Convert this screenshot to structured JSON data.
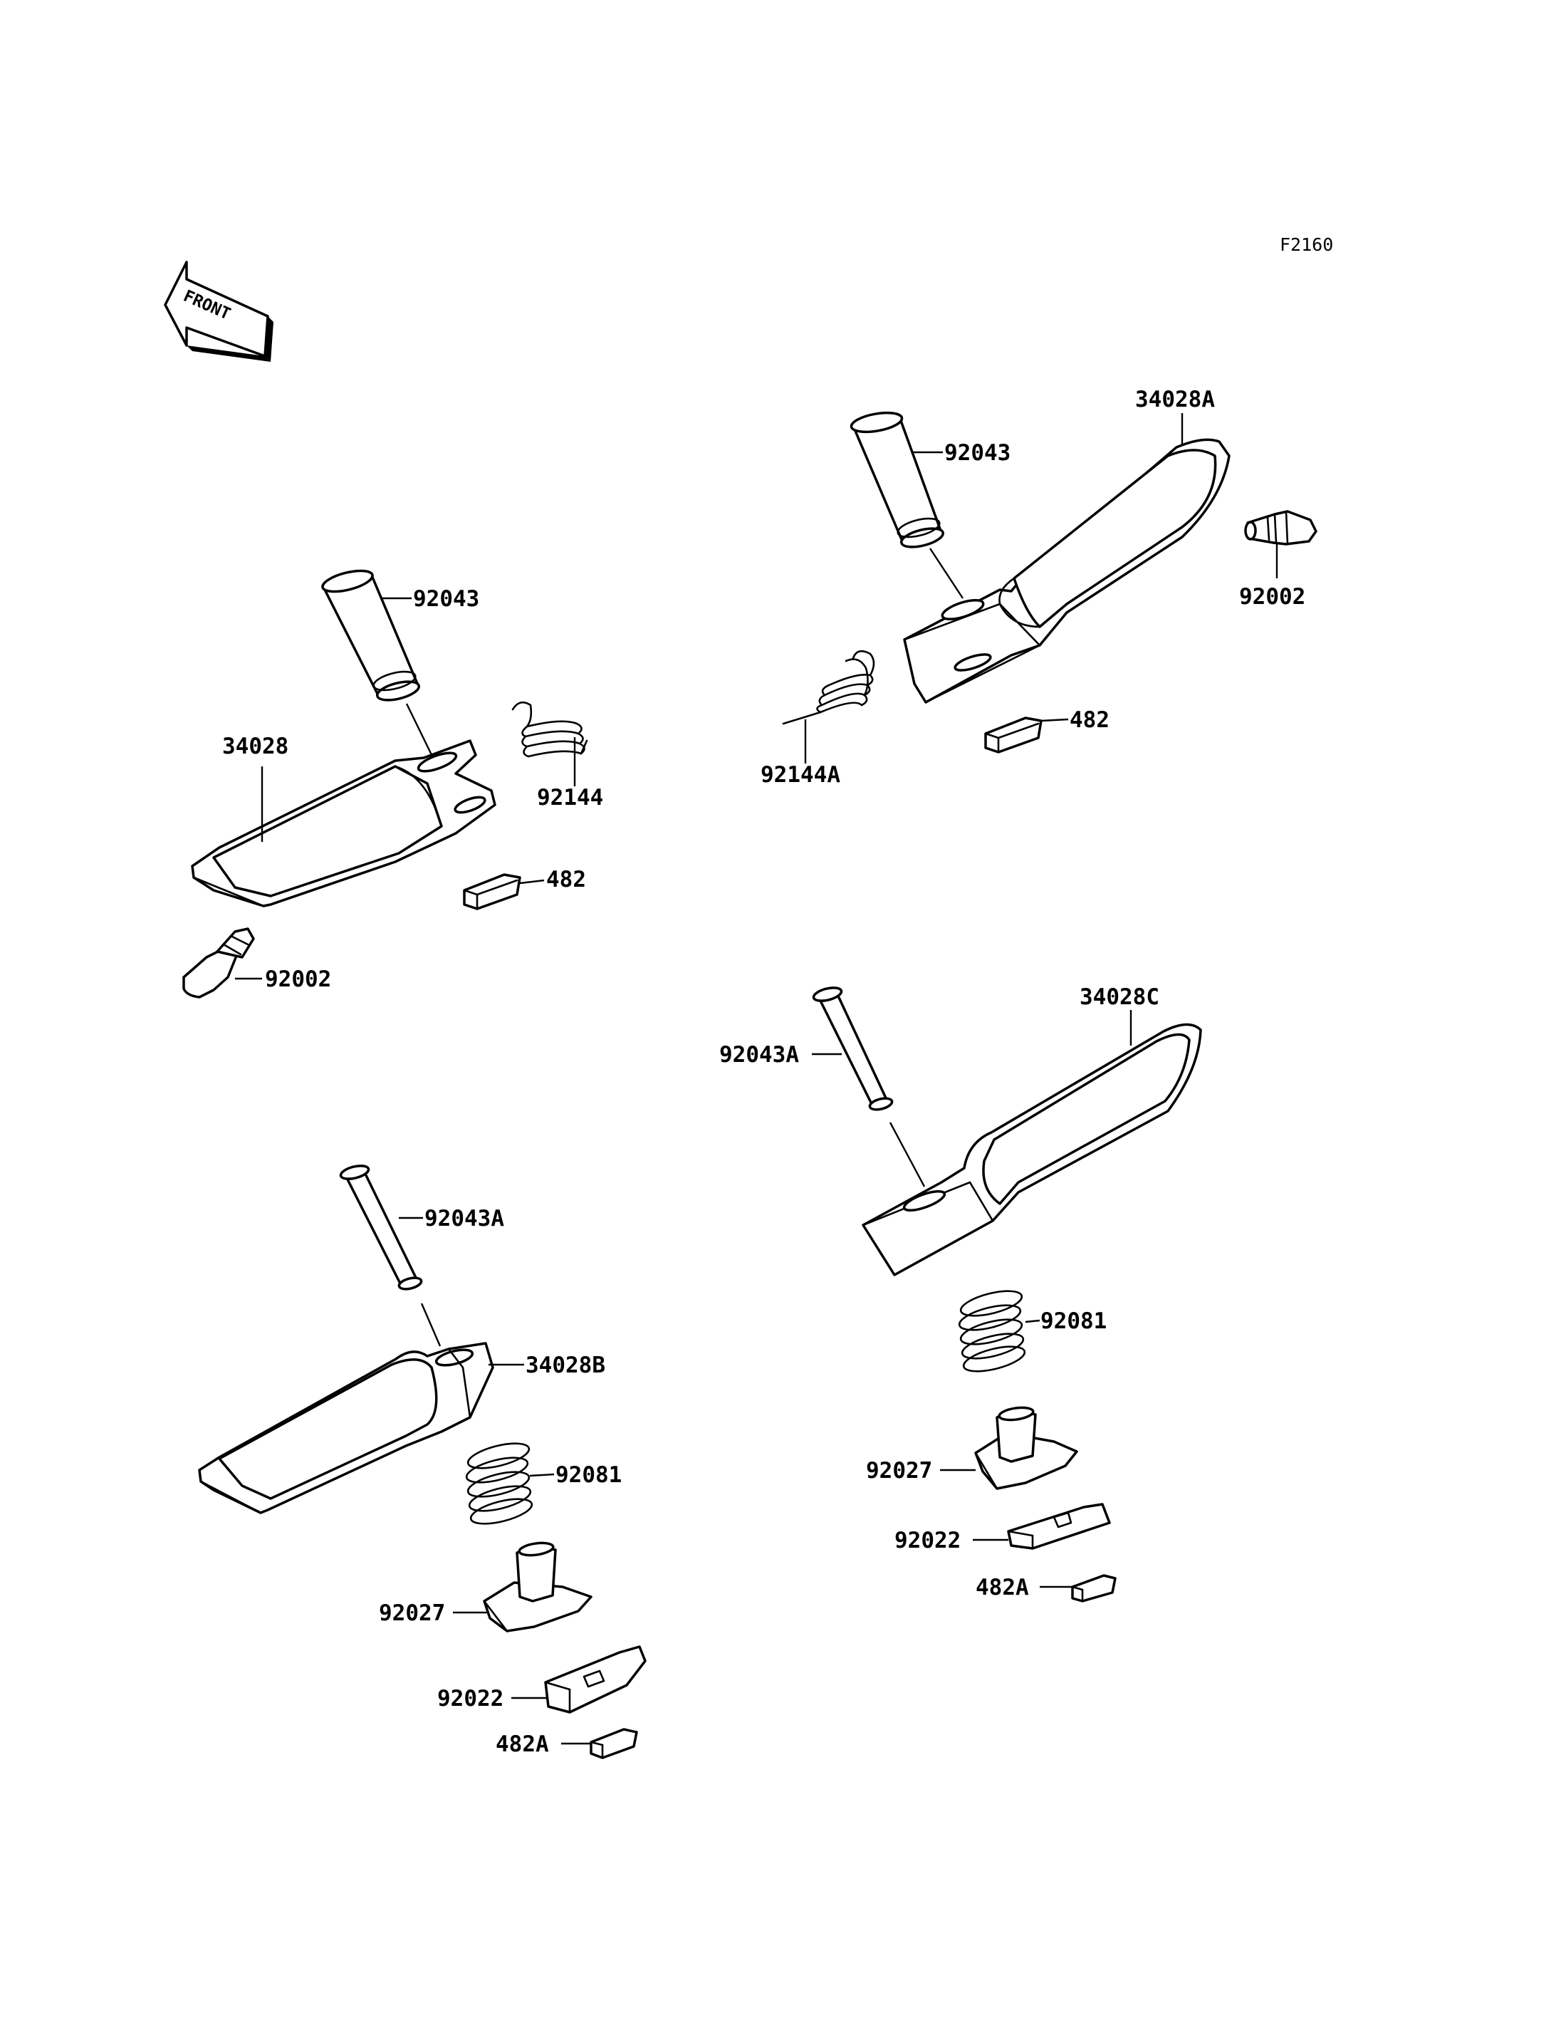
{
  "figure_code": "F2160",
  "front_marker": "FRONT",
  "labels": {
    "tl_92043": "92043",
    "tl_34028": "34028",
    "tl_92144": "92144",
    "tl_482": "482",
    "tl_92002": "92002",
    "tr_92043": "92043",
    "tr_34028A": "34028A",
    "tr_92002": "92002",
    "tr_92144A": "92144A",
    "tr_482": "482",
    "br_92043A": "92043A",
    "br_34028C": "34028C",
    "br_92081": "92081",
    "br_92027": "92027",
    "br_92022": "92022",
    "br_482A": "482A",
    "bl_92043A": "92043A",
    "bl_34028B": "34028B",
    "bl_92081": "92081",
    "bl_92027": "92027",
    "bl_92022": "92022",
    "bl_482A": "482A"
  }
}
